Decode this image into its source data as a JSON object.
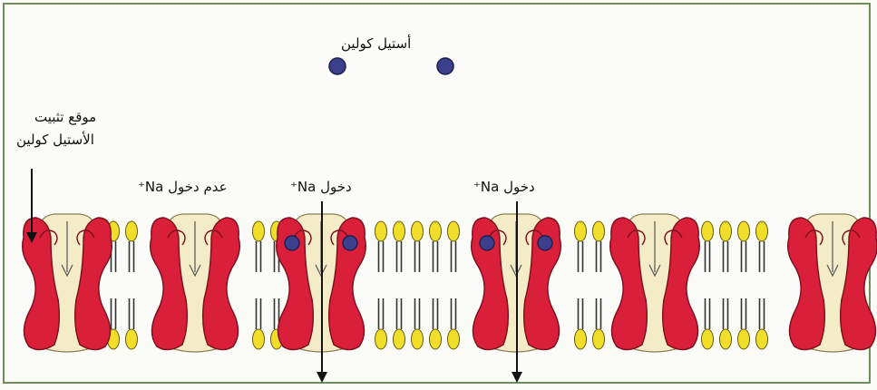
{
  "labels": {
    "acetylcholine": "أستيل كولين",
    "binding_site_line1": "موقع تثبيت",
    "binding_site_line2": "الأستيل كولين",
    "no_entry": "عدم دخول Na⁺",
    "entry_1": "دخول Na⁺",
    "entry_2": "دخول Na⁺"
  },
  "colors": {
    "channel_red": "#d91f3a",
    "channel_cream": "#f4ecc6",
    "lipid_head": "#f0de2a",
    "acetylcholine": "#3b3f8c",
    "frame": "#6e8f5a"
  }
}
